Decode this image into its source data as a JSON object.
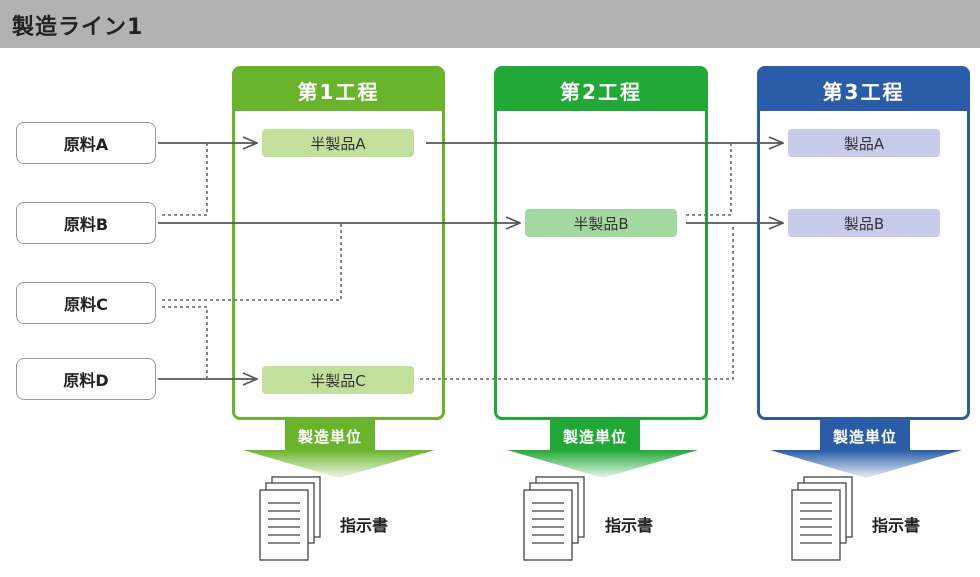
{
  "header": {
    "title": "製造ライン1"
  },
  "materials": [
    {
      "label": "原料A"
    },
    {
      "label": "原料B"
    },
    {
      "label": "原料C"
    },
    {
      "label": "原料D"
    }
  ],
  "processes": [
    {
      "title": "第1工程",
      "color": "#6ab42d",
      "items": [
        {
          "label": "半製品A"
        },
        {
          "label": "半製品C"
        }
      ]
    },
    {
      "title": "第2工程",
      "color": "#22a836",
      "items": [
        {
          "label": "半製品B"
        }
      ]
    },
    {
      "title": "第3工程",
      "color": "#2a5ca8",
      "items": [
        {
          "label": "製品A"
        },
        {
          "label": "製品B"
        }
      ]
    }
  ],
  "colors": {
    "header_bg": "#b2b2b2",
    "item_green_light": "#c3df9c",
    "item_green": "#a3d8a0",
    "item_blue": "#c5cbe8",
    "arrow": "#555555",
    "dotted": "#666666"
  },
  "manufacturing_unit_label": "製造単位",
  "instruction_label": "指示書",
  "document_icon": "document-stack-icon"
}
